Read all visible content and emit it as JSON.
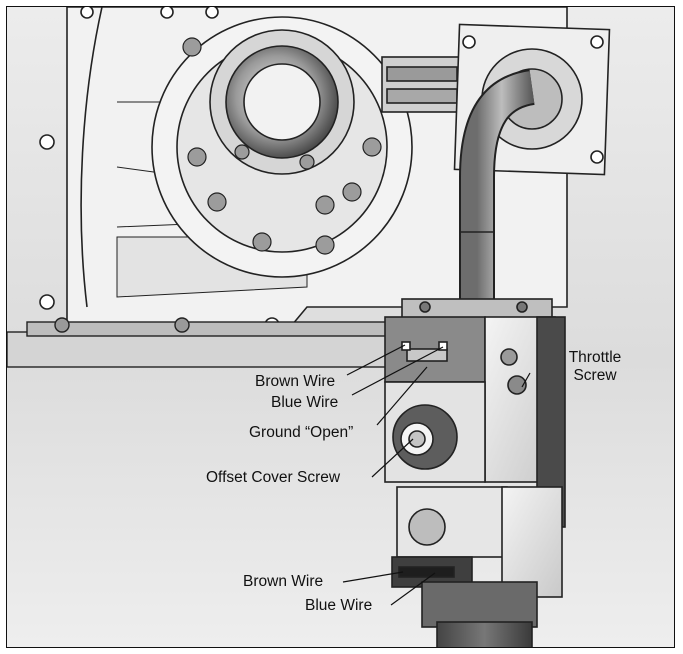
{
  "labels": {
    "brown_wire_top": "Brown Wire",
    "blue_wire_top": "Blue Wire",
    "ground_open": "Ground “Open”",
    "offset_cover_screw": "Offset Cover Screw",
    "throttle_screw_line1": "Throttle",
    "throttle_screw_line2": "Screw",
    "brown_wire_bottom": "Brown Wire",
    "blue_wire_bottom": "Blue Wire"
  },
  "colors": {
    "line": "#111111",
    "background": "#e4e4e4"
  }
}
